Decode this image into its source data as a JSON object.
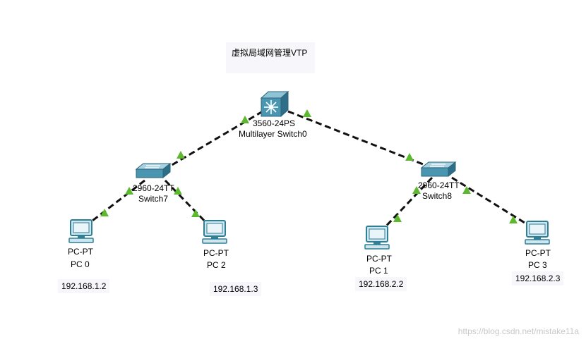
{
  "title_note": "虚拟局域网管理VTP",
  "devices": {
    "core": {
      "model": "3560-24PS",
      "name": "Multilayer Switch0"
    },
    "sw7": {
      "model": "2960-24TT",
      "name": "Switch7"
    },
    "sw8": {
      "model": "2960-24TT",
      "name": "Switch8"
    },
    "pc0": {
      "model": "PC-PT",
      "name": "PC 0",
      "ip": "192.168.1.2"
    },
    "pc2": {
      "model": "PC-PT",
      "name": "PC 2",
      "ip": "192.168.1.3"
    },
    "pc1": {
      "model": "PC-PT",
      "name": "PC 1",
      "ip": "192.168.2.2"
    },
    "pc3": {
      "model": "PC-PT",
      "name": "PC 3",
      "ip": "192.168.2.3"
    }
  },
  "links": [
    {
      "from": "core",
      "to": "sw7",
      "status": "up"
    },
    {
      "from": "core",
      "to": "sw8",
      "status": "up"
    },
    {
      "from": "sw7",
      "to": "pc0",
      "status": "up"
    },
    {
      "from": "sw7",
      "to": "pc2",
      "status": "up"
    },
    {
      "from": "sw8",
      "to": "pc1",
      "status": "up"
    },
    {
      "from": "sw8",
      "to": "pc3",
      "status": "up"
    }
  ],
  "colors": {
    "link": "#111111",
    "link_up": "#5cb82e",
    "switch": "#4a8ea8",
    "pc": "#2f7f95"
  },
  "watermark": "https://blog.csdn.net/mistake11a"
}
